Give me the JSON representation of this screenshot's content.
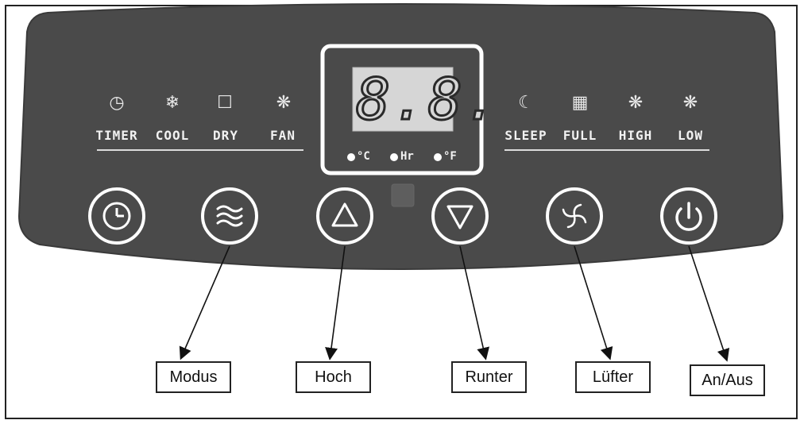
{
  "display": {
    "digits": "8.8."
  },
  "indicators_left": [
    {
      "label": "TIMER",
      "icon": "clock-icon"
    },
    {
      "label": "COOL",
      "icon": "snowflake-icon"
    },
    {
      "label": "DRY",
      "icon": "droplet-icon"
    },
    {
      "label": "FAN",
      "icon": "fan-icon"
    }
  ],
  "indicators_right": [
    {
      "label": "SLEEP",
      "icon": "moon-icon"
    },
    {
      "label": "FULL",
      "icon": "tank-full-icon"
    },
    {
      "label": "HIGH",
      "icon": "fan-high-icon"
    },
    {
      "label": "LOW",
      "icon": "fan-low-icon"
    }
  ],
  "units": {
    "celsius": "°C",
    "hours": "Hr",
    "fahrenheit": "°F"
  },
  "buttons": [
    {
      "name": "timer",
      "icon": "clock-icon"
    },
    {
      "name": "mode",
      "icon": "waves-icon"
    },
    {
      "name": "up",
      "icon": "triangle-up-icon"
    },
    {
      "name": "down",
      "icon": "triangle-down-icon"
    },
    {
      "name": "fan",
      "icon": "fan-icon"
    },
    {
      "name": "power",
      "icon": "power-icon"
    }
  ],
  "callouts": {
    "modus": "Modus",
    "hoch": "Hoch",
    "runter": "Runter",
    "luefter": "Lüfter",
    "anaus": "An/Aus"
  },
  "colors": {
    "panel": "#4a4a4a",
    "text": "#f2f2f2",
    "frame": "#222222"
  }
}
